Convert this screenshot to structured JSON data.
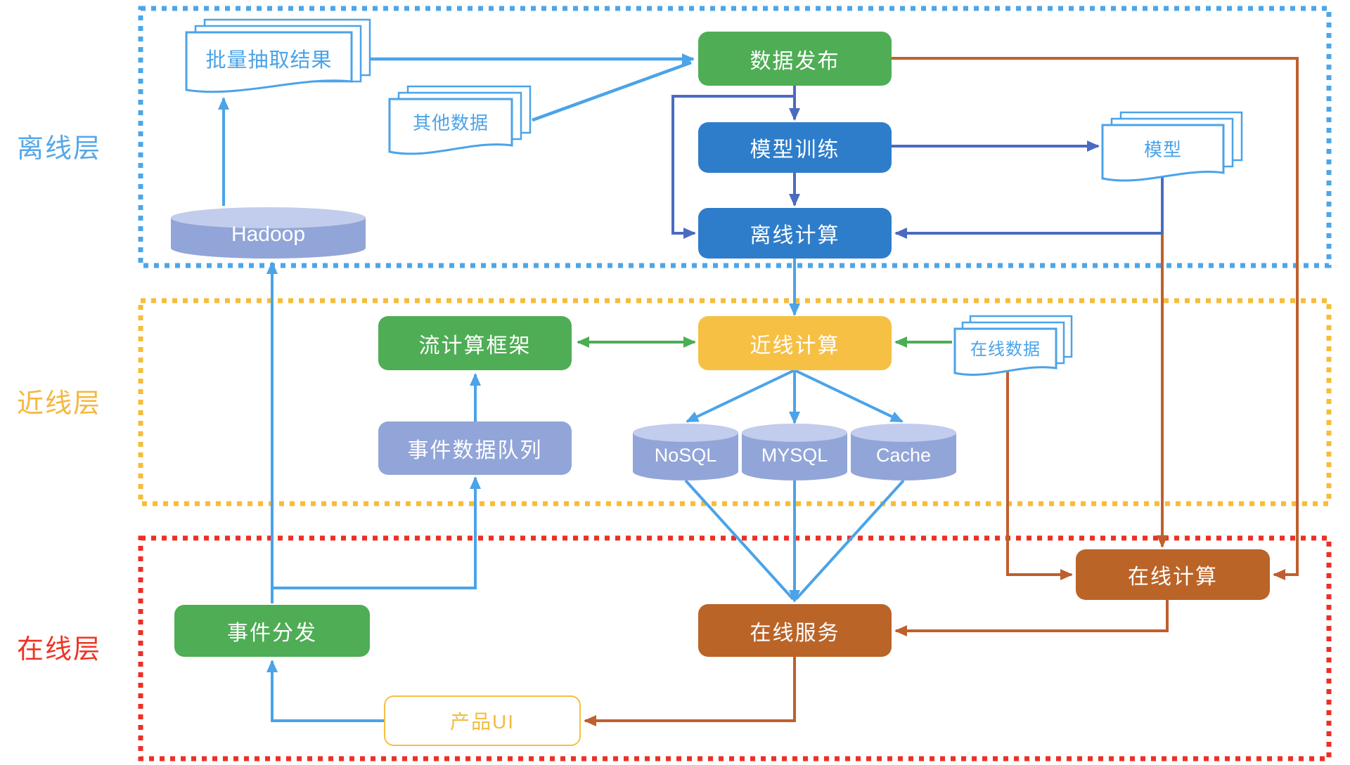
{
  "layers": [
    {
      "label": "离线层",
      "color": "#55A7E8"
    },
    {
      "label": "近线层",
      "color": "#F5B73E"
    },
    {
      "label": "在线层",
      "color": "#EE3524"
    }
  ],
  "nodes": {
    "batch_results": "批量抽取结果",
    "other_data": "其他数据",
    "data_publish": "数据发布",
    "model_training": "模型训练",
    "offline_compute": "离线计算",
    "model": "模型",
    "hadoop": "Hadoop",
    "stream_framework": "流计算框架",
    "nearline_compute": "近线计算",
    "online_data": "在线数据",
    "event_queue": "事件数据队列",
    "nosql": "NoSQL",
    "mysql": "MYSQL",
    "cache": "Cache",
    "online_compute": "在线计算",
    "event_dispatch": "事件分发",
    "online_service": "在线服务",
    "product_ui": "产品UI"
  },
  "colors": {
    "box_green": "#4FAD55",
    "box_blue": "#2E7DCB",
    "box_yellow": "#F6C044",
    "box_brown": "#BA6428",
    "box_periwinkle": "#92A5D8",
    "line_lightblue": "#4BA3E8",
    "line_darkblue": "#4A6BBF",
    "line_green": "#4BAE53",
    "line_orange": "#C05F2E",
    "border_offline": "#4DA6E8",
    "border_nearline": "#F7BC3A",
    "border_online": "#EE2F24"
  }
}
